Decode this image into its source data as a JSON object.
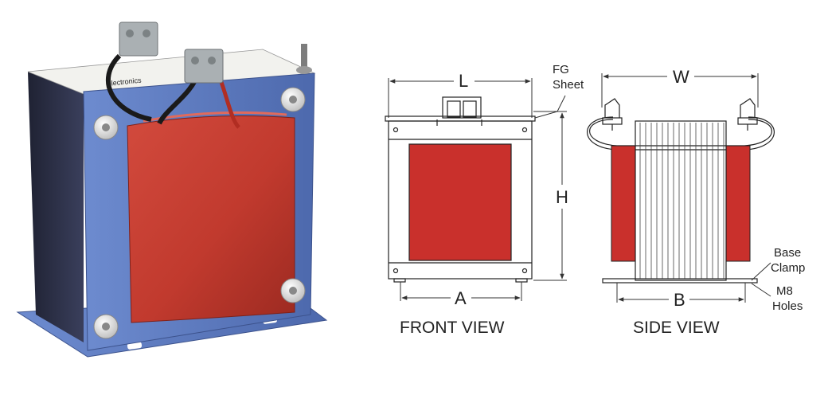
{
  "labels": {
    "L": "L",
    "W": "W",
    "H": "H",
    "A": "A",
    "B": "B",
    "fg_line1": "FG",
    "fg_line2": "Sheet",
    "base_line1": "Base",
    "base_line2": "Clamp",
    "holes_line1": "M8",
    "holes_line2": "Holes",
    "front_view": "FRONT VIEW",
    "side_view": "SIDE VIEW"
  },
  "colors": {
    "coil_red": "#c9302c",
    "frame_blue": "#5b7bc0",
    "terminal_grey": "#aab0b3",
    "laminations": "#e8e8e8"
  },
  "icons": {
    "product_photo": "transformer-photo",
    "terminal_block": "terminal-block-icon",
    "mounting_bolt": "bolt-icon"
  }
}
